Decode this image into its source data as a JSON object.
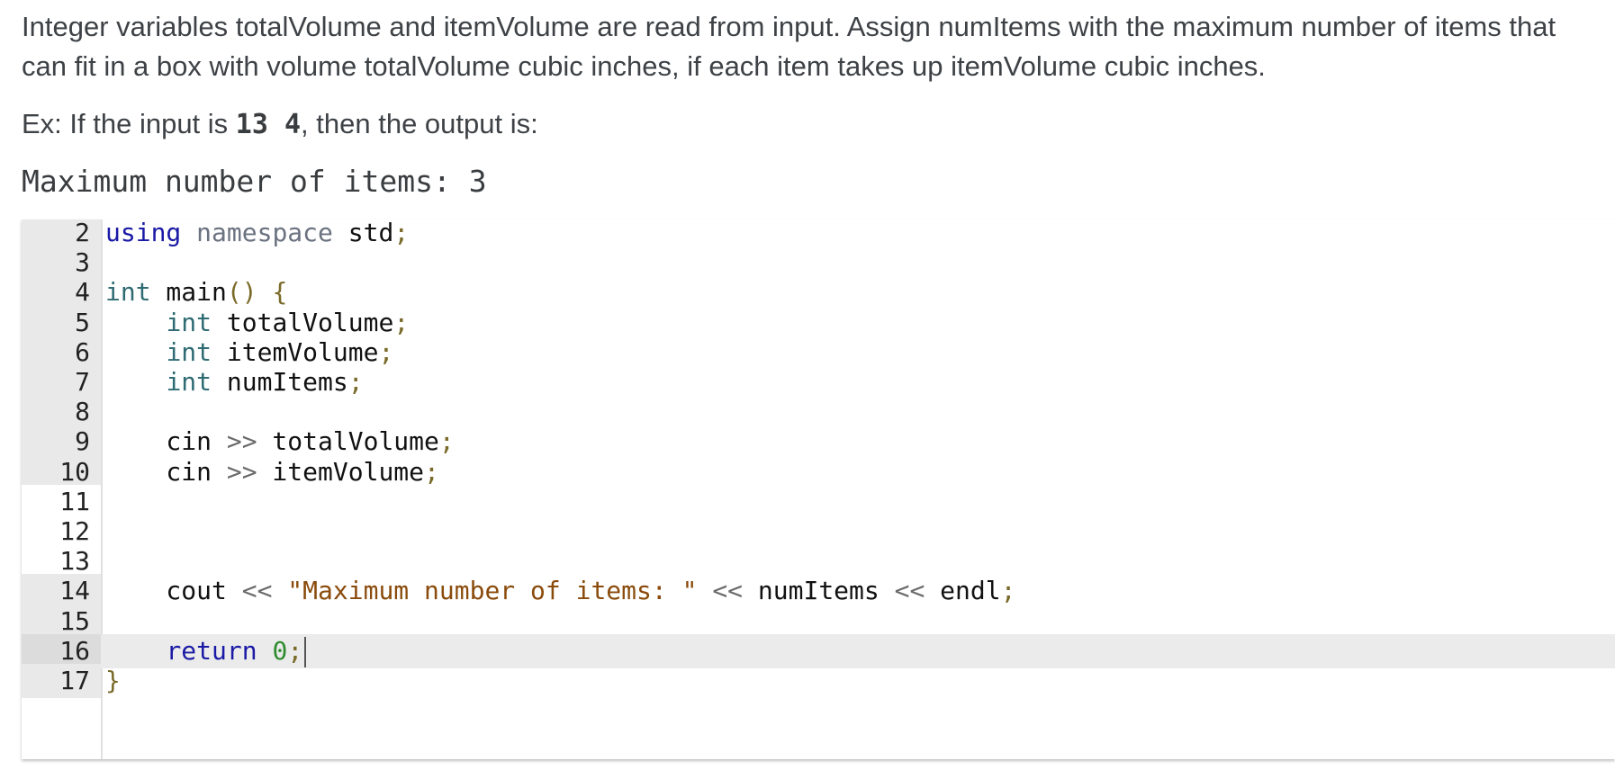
{
  "prompt": {
    "text": "Integer variables totalVolume and itemVolume are read from input. Assign numItems with the maximum number of items that can fit in a box with volume totalVolume cubic inches, if each item takes up itemVolume cubic inches."
  },
  "example": {
    "prefix": "Ex: If the input is ",
    "input": "13  4",
    "suffix": ", then the output is:"
  },
  "output": {
    "text": "Maximum number of items: 3"
  },
  "editor": {
    "lines": [
      {
        "num": "2",
        "tokens": [
          [
            "kw",
            "using"
          ],
          [
            "id",
            " "
          ],
          [
            "ns",
            "namespace"
          ],
          [
            "id",
            " std"
          ],
          [
            "pu",
            ";"
          ]
        ]
      },
      {
        "num": "3",
        "tokens": []
      },
      {
        "num": "4",
        "tokens": [
          [
            "ty",
            "int"
          ],
          [
            "id",
            " main"
          ],
          [
            "pu",
            "()"
          ],
          [
            "id",
            " "
          ],
          [
            "pu",
            "{"
          ]
        ]
      },
      {
        "num": "5",
        "tokens": [
          [
            "id",
            "    "
          ],
          [
            "ty",
            "int"
          ],
          [
            "id",
            " totalVolume"
          ],
          [
            "pu",
            ";"
          ]
        ]
      },
      {
        "num": "6",
        "tokens": [
          [
            "id",
            "    "
          ],
          [
            "ty",
            "int"
          ],
          [
            "id",
            " itemVolume"
          ],
          [
            "pu",
            ";"
          ]
        ]
      },
      {
        "num": "7",
        "tokens": [
          [
            "id",
            "    "
          ],
          [
            "ty",
            "int"
          ],
          [
            "id",
            " numItems"
          ],
          [
            "pu",
            ";"
          ]
        ]
      },
      {
        "num": "8",
        "tokens": []
      },
      {
        "num": "9",
        "tokens": [
          [
            "id",
            "    cin "
          ],
          [
            "op",
            ">>"
          ],
          [
            "id",
            " totalVolume"
          ],
          [
            "pu",
            ";"
          ]
        ]
      },
      {
        "num": "10",
        "tokens": [
          [
            "id",
            "    cin "
          ],
          [
            "op",
            ">>"
          ],
          [
            "id",
            " itemVolume"
          ],
          [
            "pu",
            ";"
          ]
        ]
      },
      {
        "num": "11",
        "tokens": [],
        "editable": true
      },
      {
        "num": "12",
        "tokens": [],
        "editable": true
      },
      {
        "num": "13",
        "tokens": [],
        "editable": true
      },
      {
        "num": "14",
        "tokens": [
          [
            "id",
            "    cout "
          ],
          [
            "op",
            "<<"
          ],
          [
            "id",
            " "
          ],
          [
            "st",
            "\"Maximum number of items: \""
          ],
          [
            "id",
            " "
          ],
          [
            "op",
            "<<"
          ],
          [
            "id",
            " numItems "
          ],
          [
            "op",
            "<<"
          ],
          [
            "id",
            " endl"
          ],
          [
            "pu",
            ";"
          ]
        ]
      },
      {
        "num": "15",
        "tokens": []
      },
      {
        "num": "16",
        "tokens": [
          [
            "id",
            "    "
          ],
          [
            "kw",
            "return"
          ],
          [
            "id",
            " "
          ],
          [
            "nu",
            "0"
          ],
          [
            "pu",
            ";"
          ]
        ],
        "active": true
      },
      {
        "num": "17",
        "tokens": [
          [
            "pu",
            "}"
          ]
        ]
      }
    ]
  }
}
